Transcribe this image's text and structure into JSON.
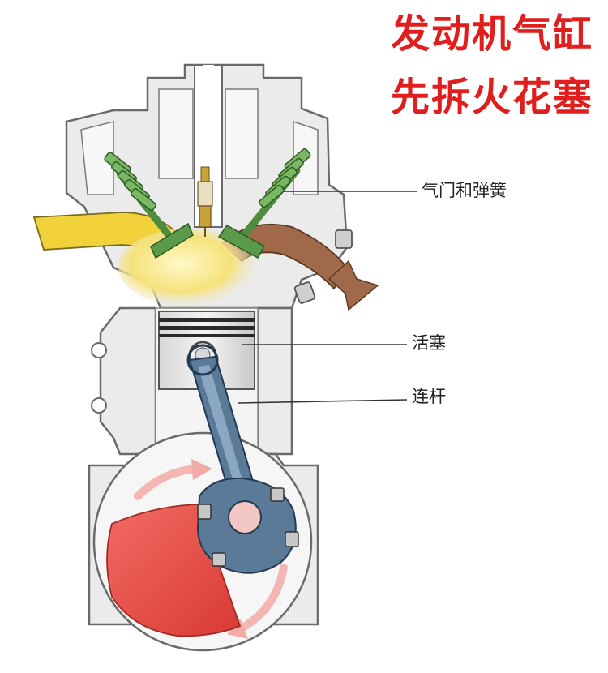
{
  "title": {
    "line1": "发动机气缸",
    "line2": "先拆火花塞"
  },
  "labels": {
    "valve_spring": "气门和弹簧",
    "piston": "活塞",
    "connecting_rod": "连杆"
  },
  "colors": {
    "title": "#e11e1e",
    "intake": "#f2d23a",
    "exhaust": "#a06a4a",
    "crank": "#e0463f",
    "rod": "#5a7a98",
    "valve": "#5a9a4a"
  }
}
